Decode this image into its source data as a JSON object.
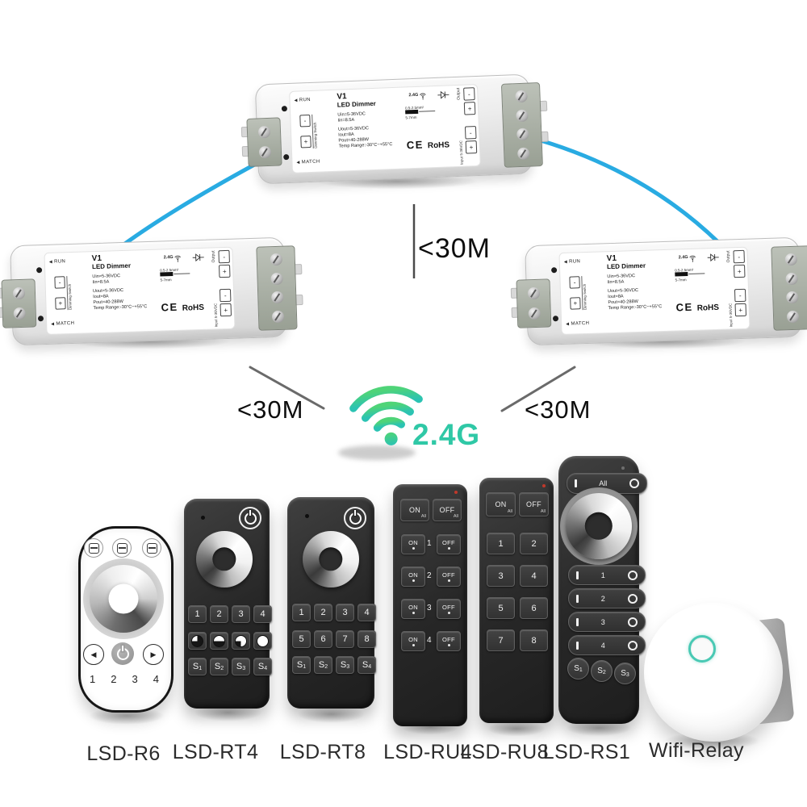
{
  "scene": {
    "background": "#ffffff",
    "wire_color": "#29abe2",
    "wifi_gradient_start": "#4fd478",
    "wifi_gradient_end": "#2bc3b3",
    "wifi_text_color": "#2fc8a6",
    "wifi_label": "2.4G",
    "distance_center": "<30M",
    "distance_left": "<30M",
    "distance_right": "<30M"
  },
  "dimmer": {
    "arrow": "◀",
    "run": "RUN",
    "match": "MATCH",
    "model": "V1",
    "product": "LED Dimmer",
    "spec_uin": "Uin=5-36VDC",
    "spec_iin": "Iin=8.5A",
    "spec_uout": "Uout=5-36VDC",
    "spec_iout": "Iout=8A",
    "spec_pout": "Pout=40-288W",
    "spec_temp": "Temp Range:-30°C~+55°C",
    "rf": "2.4G",
    "wire_gauge": "0.5-2.5mm²",
    "strip_length": "5-7mm",
    "output_label": "Output",
    "input_label": "Input 5-36VDC",
    "ce_mark": "CE",
    "rohs_mark": "RoHS",
    "minus": "-",
    "plus": "+",
    "dim_switch": "Dimming Switch"
  },
  "remotes": {
    "r6": {
      "name": "LSD-R6",
      "numbers": [
        "1",
        "2",
        "3",
        "4"
      ],
      "left_arrow": "◀",
      "right_arrow": "▶"
    },
    "rt4": {
      "name": "LSD-RT4",
      "keys": [
        "1",
        "2",
        "3",
        "4"
      ],
      "scenes": [
        {
          "s": "S",
          "n": "1"
        },
        {
          "s": "S",
          "n": "2"
        },
        {
          "s": "S",
          "n": "3"
        },
        {
          "s": "S",
          "n": "4"
        }
      ]
    },
    "rt8": {
      "name": "LSD-RT8",
      "keys1": [
        "1",
        "2",
        "3",
        "4"
      ],
      "keys2": [
        "5",
        "6",
        "7",
        "8"
      ],
      "scenes": [
        {
          "s": "S",
          "n": "1"
        },
        {
          "s": "S",
          "n": "2"
        },
        {
          "s": "S",
          "n": "3"
        },
        {
          "s": "S",
          "n": "4"
        }
      ]
    },
    "ru4": {
      "name": "LSD-RU4",
      "on": "ON",
      "off": "OFF",
      "all": "All",
      "zones": [
        "1",
        "2",
        "3",
        "4"
      ]
    },
    "ru8": {
      "name": "LSD-RU8",
      "on": "ON",
      "off": "OFF",
      "all": "All",
      "keys": [
        "1",
        "2",
        "3",
        "4",
        "5",
        "6",
        "7",
        "8"
      ]
    },
    "rs1": {
      "name": "LSD-RS1",
      "all": "All",
      "zones": [
        "1",
        "2",
        "3",
        "4"
      ],
      "scenes": [
        {
          "s": "S",
          "n": "1"
        },
        {
          "s": "S",
          "n": "2"
        },
        {
          "s": "S",
          "n": "3"
        }
      ]
    },
    "relay": {
      "name": "Wifi-Relay"
    }
  }
}
